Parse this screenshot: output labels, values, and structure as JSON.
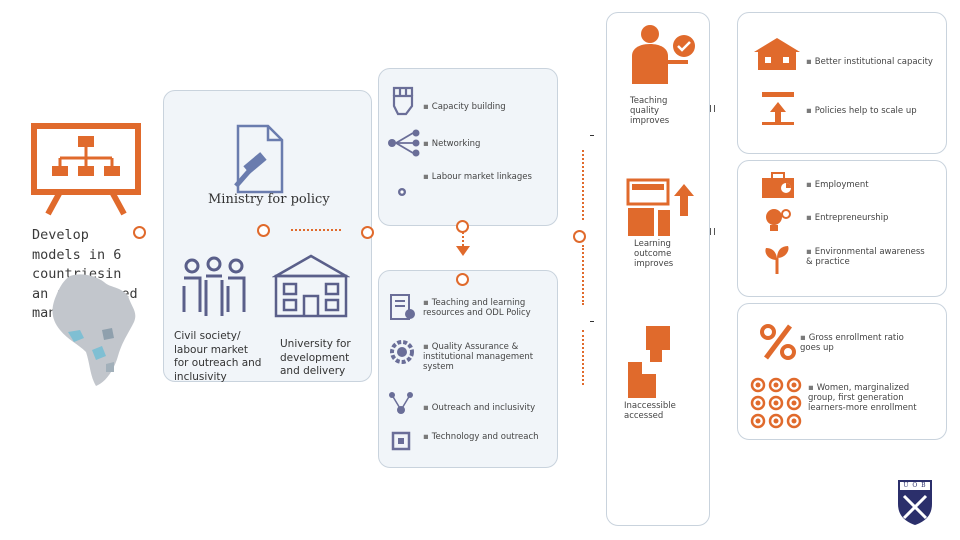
{
  "left": {
    "develop_text": "Develop models in 6 countriesin an integrated manner",
    "ministry": "Ministry for policy",
    "civil": "Civil society/ labour market for outreach and inclusivity",
    "university": "University for development and delivery"
  },
  "center": {
    "items_top": [
      "Capacity building",
      "Networking",
      "Labour market linkages"
    ],
    "items_bottom": [
      "Teaching and learning resources and ODL Policy",
      "Quality Assurance & institutional management system",
      "Outreach and inclusivity",
      "Technology and outreach"
    ]
  },
  "outcomes": {
    "teaching": "Teaching quality improves",
    "learning": "Learning outcome improves",
    "access": "Inaccessible accessed"
  },
  "right": {
    "top": [
      "Better institutional capacity",
      "Policies help to scale up"
    ],
    "mid": [
      "Employment",
      "Entrepreneurship",
      "Environmental awareness & practice"
    ],
    "bot": [
      "Gross enrollment ratio goes up",
      "Women, marginalized group, first generation learners-more enrollment"
    ]
  },
  "logo_text": "U O B",
  "colors": {
    "accent": "#e06a2c",
    "panel": "#f1f5f9",
    "navy": "#2b2f6b"
  },
  "icons": [
    "presentation-board-icon",
    "gavel-document-icon",
    "people-icon",
    "university-building-icon",
    "africa-map-icon",
    "fist-icon",
    "network-icon",
    "gear-icon",
    "document-person-icon",
    "quality-gear-icon",
    "chip-icon",
    "teacher-icon",
    "house-icon",
    "scale-up-icon",
    "learning-chart-icon",
    "access-icon",
    "employment-icon",
    "bulb-icon",
    "plant-icon",
    "percent-icon",
    "group-people-icon",
    "university-crest-icon"
  ]
}
